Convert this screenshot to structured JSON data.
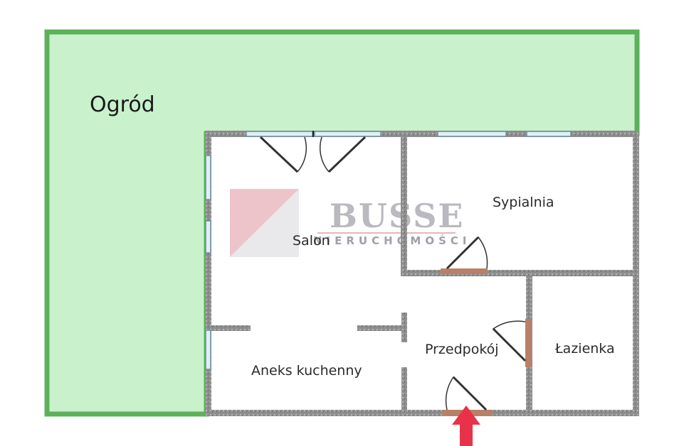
{
  "rooms": {
    "garden": "Ogród",
    "living_room": "Salon",
    "bedroom": "Sypialnia",
    "hallway": "Przedpokój",
    "bathroom": "Łazienka",
    "kitchenette": "Aneks kuchenny"
  },
  "watermark": {
    "brand": "BUSSE",
    "subtitle": "NIERUCHOMOŚCI"
  },
  "colors": {
    "garden_fill": "#c8f1cc",
    "garden_border": "#5cb25a",
    "wall": "#8e8e8e",
    "door_leaf": "#b98068",
    "window": "#9ec4d4",
    "entrance_arrow": "#e8324a"
  },
  "icons": {
    "entrance": "arrow-up-icon"
  }
}
